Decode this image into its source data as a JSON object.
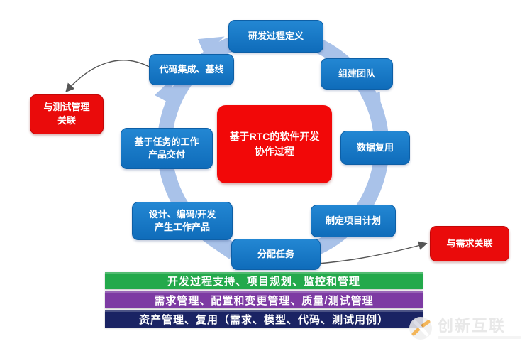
{
  "diagram": {
    "title_center": "基于RTC的软件开发\n协作过程",
    "cycle_nodes": [
      {
        "id": "process-definition",
        "label": "研发过程定义"
      },
      {
        "id": "team-building",
        "label": "组建团队"
      },
      {
        "id": "data-reuse",
        "label": "数据复用"
      },
      {
        "id": "project-plan",
        "label": "制定项目计划"
      },
      {
        "id": "assign-tasks",
        "label": "分配任务"
      },
      {
        "id": "design-coding",
        "label": "设计、编码/开发\n产生工作产品"
      },
      {
        "id": "task-delivery",
        "label": "基于任务的工作\n产品交付"
      },
      {
        "id": "code-integration",
        "label": "代码集成、基线"
      }
    ],
    "side_links": [
      {
        "id": "test-management-link",
        "label": "与测试管理\n关联"
      },
      {
        "id": "requirement-link",
        "label": "与需求关联"
      }
    ],
    "foundation_bars": [
      {
        "label": "开发过程支持、项目规划、监控和管理",
        "color": "#23a94b"
      },
      {
        "label": "需求管理、配置和变更管理、质量/测试管理",
        "color": "#7d3ba3"
      },
      {
        "label": "资产管理、复用（需求、模型、代码、测试用例）",
        "color": "#1a2363"
      }
    ],
    "colors": {
      "node_blue": "#1478c8",
      "ring_blue": "#a9c2e9",
      "accent_red": "#ee0606"
    }
  },
  "watermark": {
    "brand": "创新互联"
  }
}
